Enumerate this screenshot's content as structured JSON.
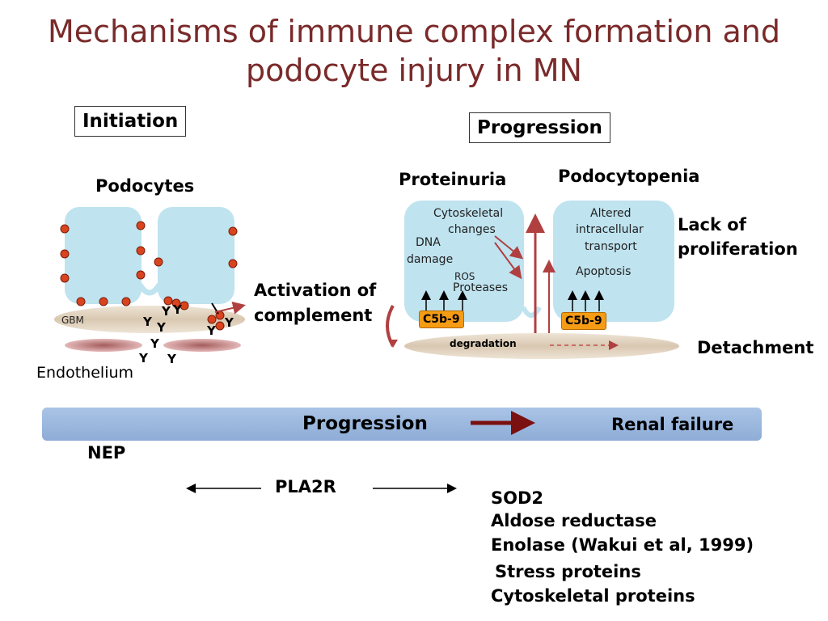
{
  "title_line1": "Mechanisms of immune complex formation and",
  "title_line2": "podocyte injury in MN",
  "initiation": {
    "box_label": "Initiation",
    "podocytes_label": "Podocytes",
    "gbm_label": "GBM",
    "endothelium_label": "Endothelium",
    "antibody_glyph": "Y",
    "activation_line1": "Activation of",
    "activation_line2": "complement"
  },
  "progression": {
    "box_label": "Progression",
    "proteinuria_label": "Proteinuria",
    "podocytopenia_label": "Podocytopenia",
    "left_cell": {
      "cytoskeletal_line1": "Cytoskeletal",
      "cytoskeletal_line2": "changes",
      "dna_line1": "DNA",
      "dna_line2": "damage",
      "ros": "ROS",
      "proteases": "Proteases",
      "c5b9": "C5b-9"
    },
    "right_cell": {
      "altered_line1": "Altered",
      "altered_line2": "intracellular",
      "altered_line3": "transport",
      "apoptosis": "Apoptosis",
      "c5b9": "C5b-9"
    },
    "degradation": "degradation",
    "lack_line1": "Lack of",
    "lack_line2": "proliferation",
    "detachment": "Detachment"
  },
  "bar": {
    "progression": "Progression",
    "renal_failure": "Renal failure"
  },
  "antigens": {
    "nep": "NEP",
    "pla2r": "PLA2R",
    "list": [
      "SOD2",
      "Aldose reductase",
      "Enolase (Wakui et al, 1999)",
      "Stress proteins",
      "Cytoskeletal proteins"
    ]
  },
  "colors": {
    "title": "#7a2a2a",
    "cell_fill": "#bfe3ef",
    "gbm_fill": "#e3d6c4",
    "endothelium_fill": "#c98c8c",
    "immune_dot": "#d9441e",
    "c5b9_fill": "#f59b14",
    "arrow_red": "#b04040",
    "bar_fill": "#9bb8df"
  }
}
